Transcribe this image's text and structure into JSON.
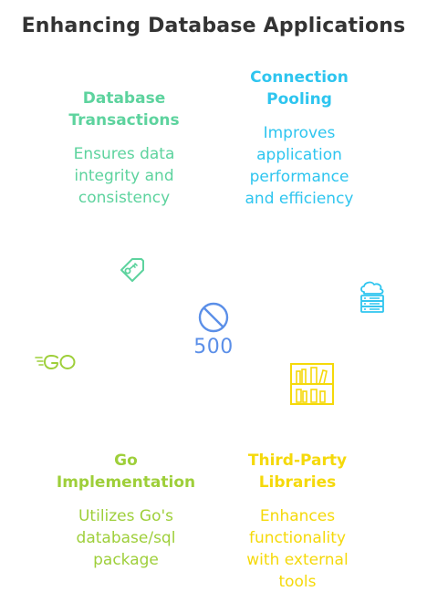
{
  "title": "Enhancing Database Applications",
  "center": {
    "label": "500"
  },
  "sections": {
    "transactions": {
      "heading_line1": "Database",
      "heading_line2": "Transactions",
      "desc_line1": "Ensures data",
      "desc_line2": "integrity and",
      "desc_line3": "consistency"
    },
    "pooling": {
      "heading_line1": "Connection",
      "heading_line2": "Pooling",
      "desc_line1": "Improves",
      "desc_line2": "application",
      "desc_line3": "performance",
      "desc_line4": "and efficiency"
    },
    "go": {
      "heading_line1": "Go",
      "heading_line2": "Implementation",
      "desc_line1": "Utilizes Go's",
      "desc_line2": "database/sql",
      "desc_line3": "package"
    },
    "libraries": {
      "heading_line1": "Third-Party",
      "heading_line2": "Libraries",
      "desc_line1": "Enhances",
      "desc_line2": "functionality",
      "desc_line3": "with external",
      "desc_line4": "tools"
    }
  },
  "icons": {
    "center": "prohibited-icon",
    "transactions": "tag-icon",
    "pooling": "cloud-server-icon",
    "go": "go-logo-icon",
    "libraries": "bookshelf-icon"
  },
  "colors": {
    "transactions": "#5dd39e",
    "pooling": "#2ec5ef",
    "go": "#9ecf3a",
    "libraries": "#f5d90a",
    "center": "#5b8fe8",
    "title": "#333333"
  }
}
